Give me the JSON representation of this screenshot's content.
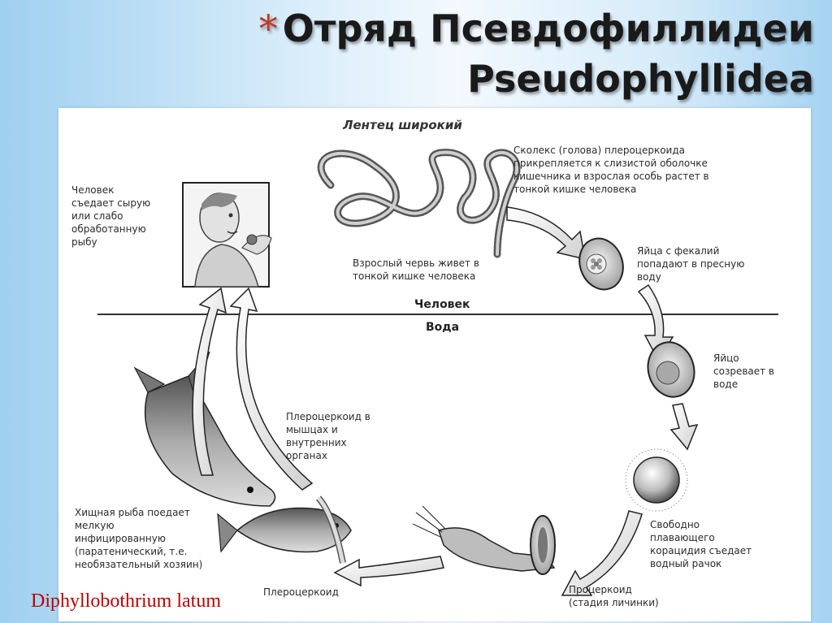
{
  "slide": {
    "title_line1": "Отряд Псевдофиллидеи",
    "title_line2": "Pseudophyllidea",
    "bullet": "*",
    "species_label": "Diphyllobothrium latum"
  },
  "diagram": {
    "heading": "Лентец широкий",
    "zone_top": "Человек",
    "zone_bottom": "Вода",
    "labels": {
      "human_eats": "Человек\nсъедает сырую\nили слабо\nобработанную\nрыбу",
      "scolex": "Сколекс (голова) плероцеркоида\nприкрепляется к слизистой оболочке\nкишечника и взрослая особь растет в\nтонкой кишке человека",
      "adult_worm": "Взрослый червь живет в\nтонкой кишке человека",
      "eggs_feces": "Яйца с фекалий\nпопадают в пресную\nводу",
      "egg_matures": "Яйцо\nсозревает в\nводе",
      "coracidium": "Свободно\nплавающего\nкорацидия съедает\nводный рачок",
      "procercoid": "Процеркоид\n(стадия личинки)",
      "plerocercoid": "Плероцеркоид",
      "plerocercoid_organs": "Плероцеркоид в\nмышцах и\nвнутренних\nорганах",
      "predatory_fish": "Хищная рыба поедает\nмелкую\nинфицированную\n(паратенический, т.е.\nнеобязательный хозяин)"
    }
  },
  "colors": {
    "accent_bullet": "#c0382b",
    "species_label": "#c00000",
    "title_text": "#1a1a1a"
  }
}
